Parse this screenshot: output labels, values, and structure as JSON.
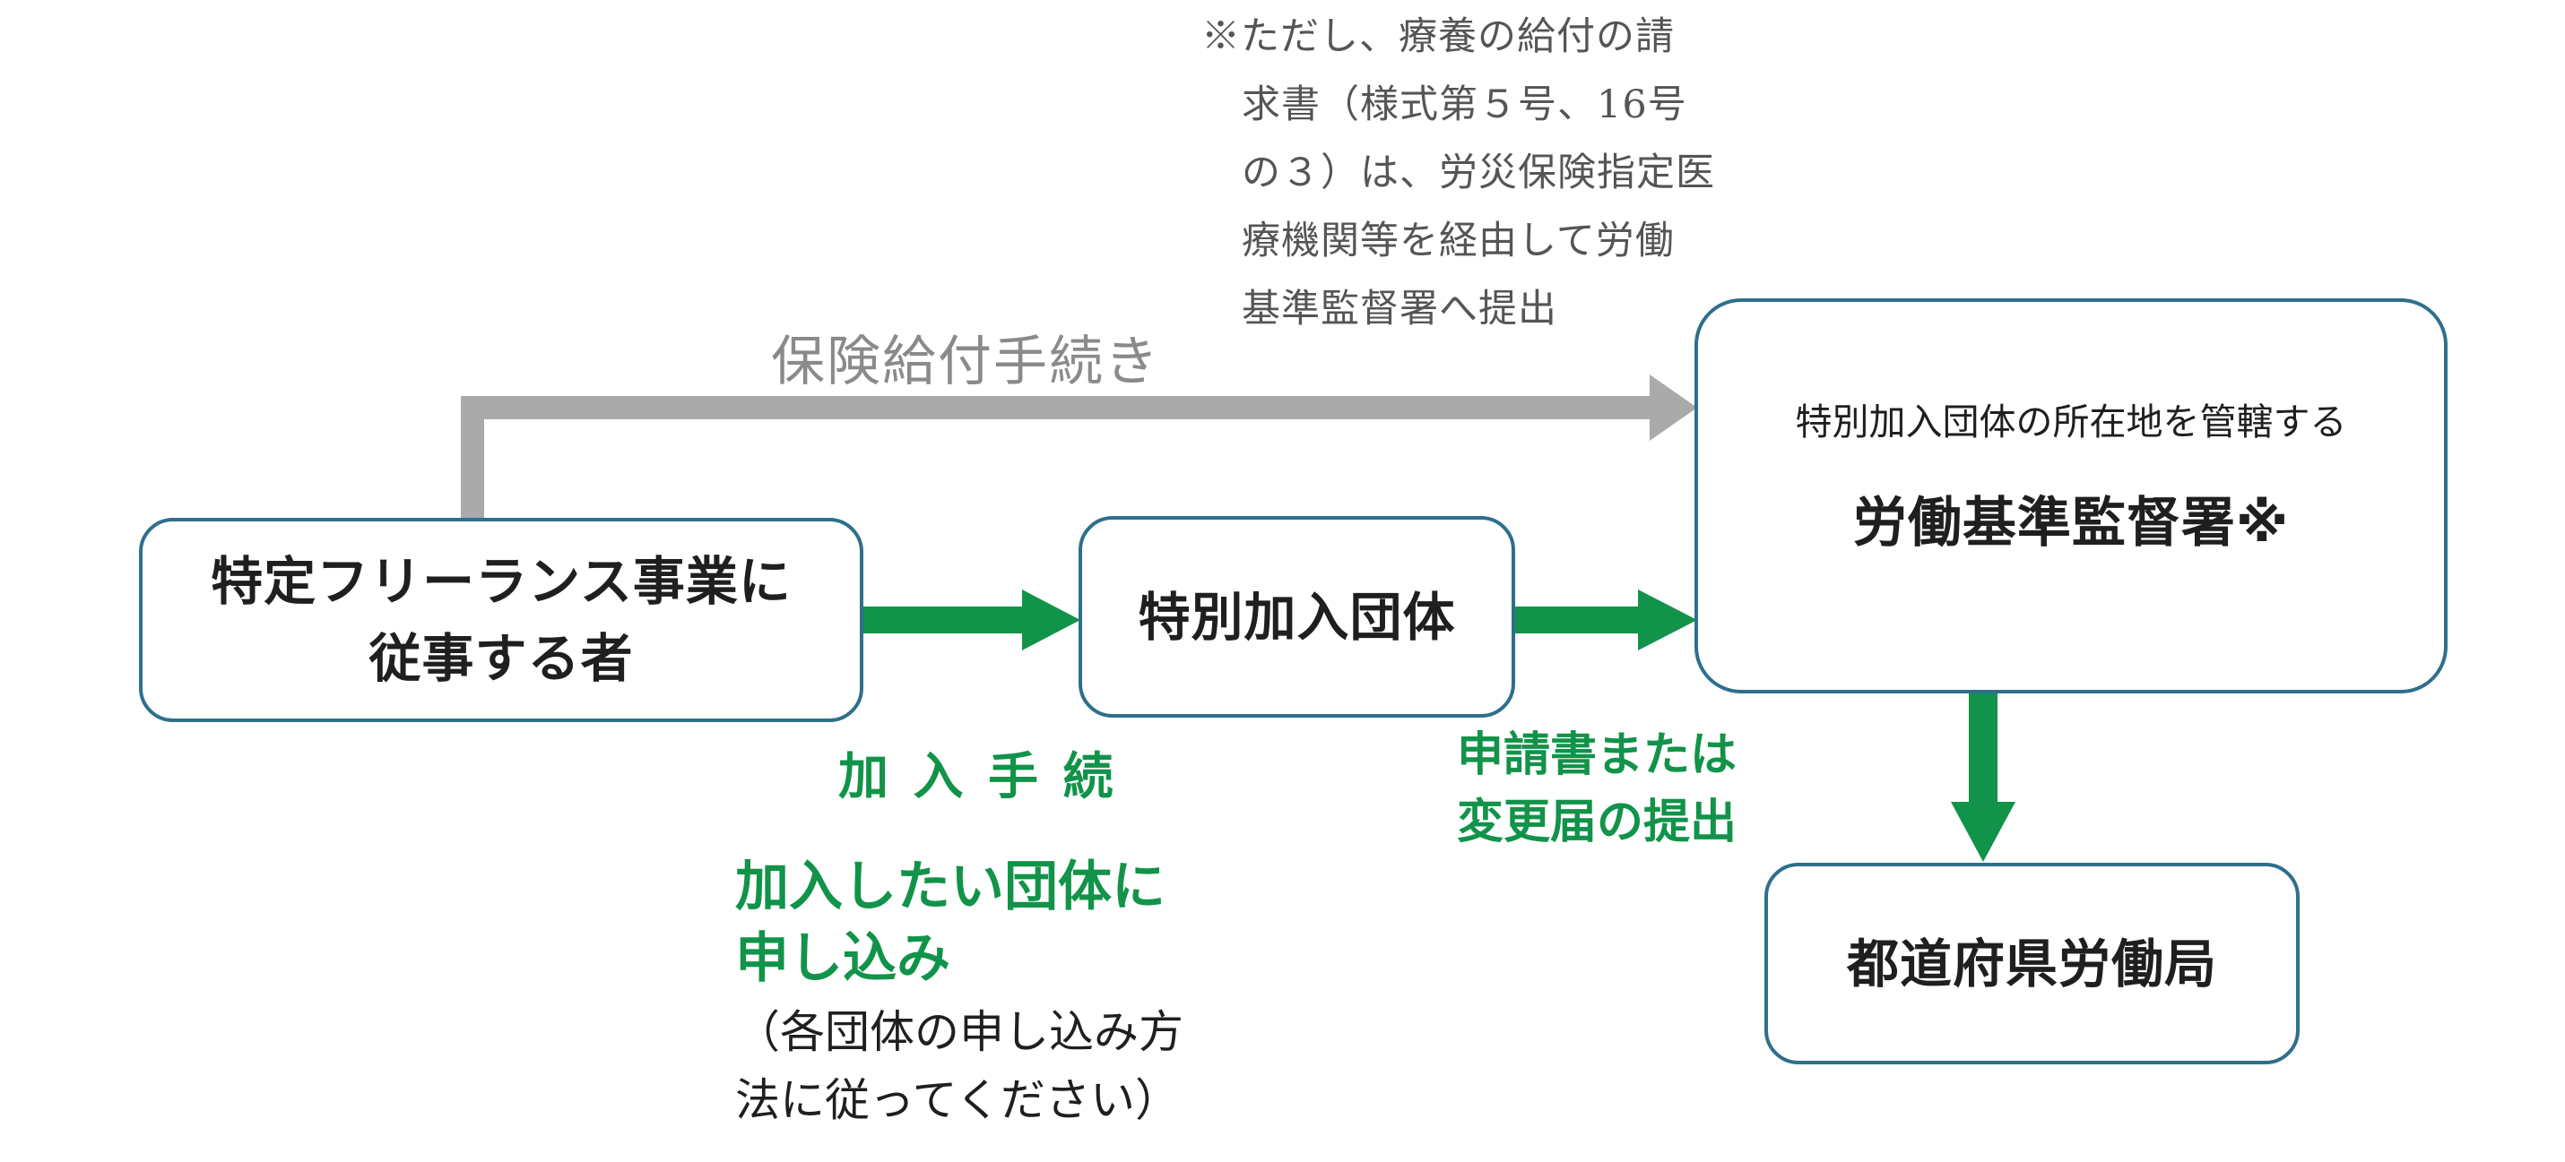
{
  "colors": {
    "box_border": "#2d6f8c",
    "green_arrow": "#119349",
    "gray_arrow": "#aaaaaa",
    "note_text": "#555555",
    "body_text": "#1f1f1f"
  },
  "note": {
    "lines": [
      "※ただし、療養の給付の請",
      "求書（様式第５号、16号",
      "の３）は、労災保険指定医",
      "療機関等を経由して労働",
      "基準監督署へ提出"
    ]
  },
  "insurance_procedure_label": "保険給付手続き",
  "nodes": {
    "freelancer": {
      "line1": "特定フリーランス事業に",
      "line2": "従事する者"
    },
    "special_group": {
      "label": "特別加入団体"
    },
    "labor_office": {
      "subtitle": "特別加入団体の所在地を管轄する",
      "title": "労働基準監督署※"
    },
    "prefectural_bureau": {
      "label": "都道府県労働局"
    }
  },
  "edge_labels": {
    "join_procedure": "加 入 手 続",
    "apply_line1": "加入したい団体に",
    "apply_line2": "申し込み",
    "apply_note_line1": "（各団体の申し込み方",
    "apply_note_line2": "法に従ってください）",
    "submit_line1": "申請書または",
    "submit_line2": "変更届の提出"
  }
}
